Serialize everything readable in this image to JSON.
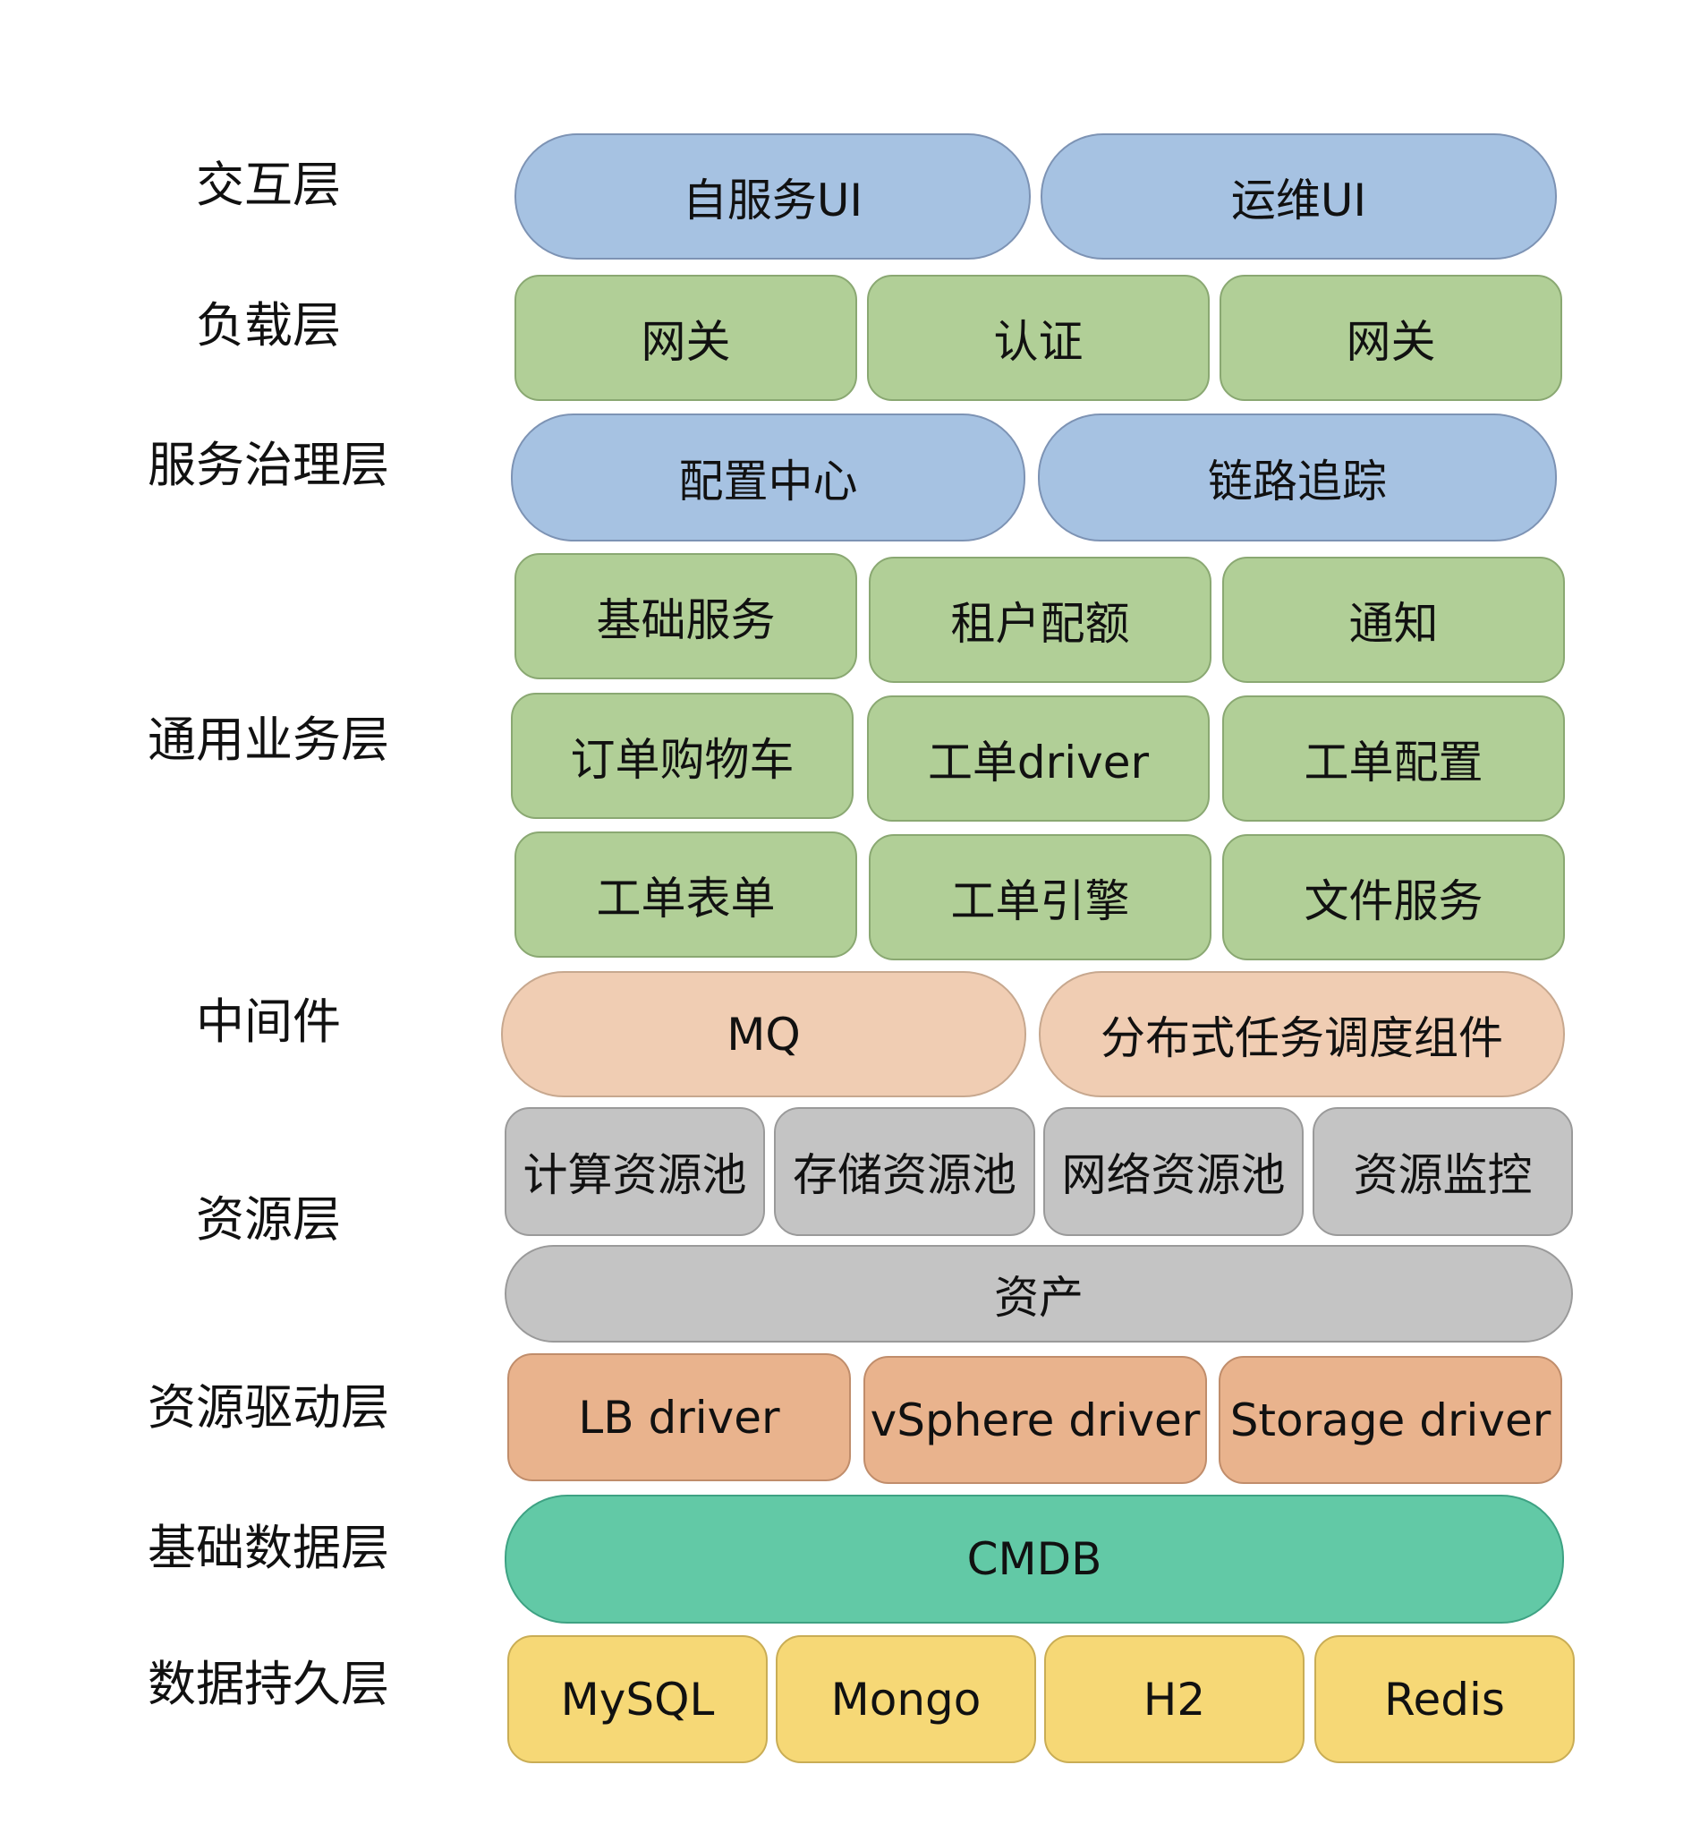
{
  "layers": {
    "interaction": "交互层",
    "load": "负载层",
    "governance": "服务治理层",
    "business": "通用业务层",
    "middleware": "中间件",
    "resource": "资源层",
    "driver": "资源驱动层",
    "base_data": "基础数据层",
    "persistence": "数据持久层"
  },
  "interaction": {
    "self_service_ui": "自服务UI",
    "ops_ui": "运维UI"
  },
  "load": {
    "gateway_1": "网关",
    "auth": "认证",
    "gateway_2": "网关"
  },
  "governance": {
    "config_center": "配置中心",
    "tracing": "链路追踪"
  },
  "business": {
    "basic_service": "基础服务",
    "tenant_quota": "租户配额",
    "notification": "通知",
    "order_cart": "订单购物车",
    "ticket_driver": "工单driver",
    "ticket_config": "工单配置",
    "ticket_form": "工单表单",
    "ticket_engine": "工单引擎",
    "file_service": "文件服务"
  },
  "middleware": {
    "mq": "MQ",
    "scheduler": "分布式任务调度组件"
  },
  "resource": {
    "compute_pool": "计算资源池",
    "storage_pool": "存储资源池",
    "network_pool": "网络资源池",
    "monitoring": "资源监控",
    "assets": "资产"
  },
  "driver": {
    "lb": "LB driver",
    "vsphere": "vSphere driver",
    "storage": "Storage driver"
  },
  "base_data": {
    "cmdb": "CMDB"
  },
  "persistence": {
    "mysql": "MySQL",
    "mongo": "Mongo",
    "h2": "H2",
    "redis": "Redis"
  },
  "colors": {
    "blue": "#a6c2e2",
    "green": "#b1cf97",
    "peach": "#f0cdb3",
    "gray": "#c4c4c4",
    "orange": "#e9b38d",
    "teal": "#62c9a6",
    "yellow": "#f6d876"
  }
}
